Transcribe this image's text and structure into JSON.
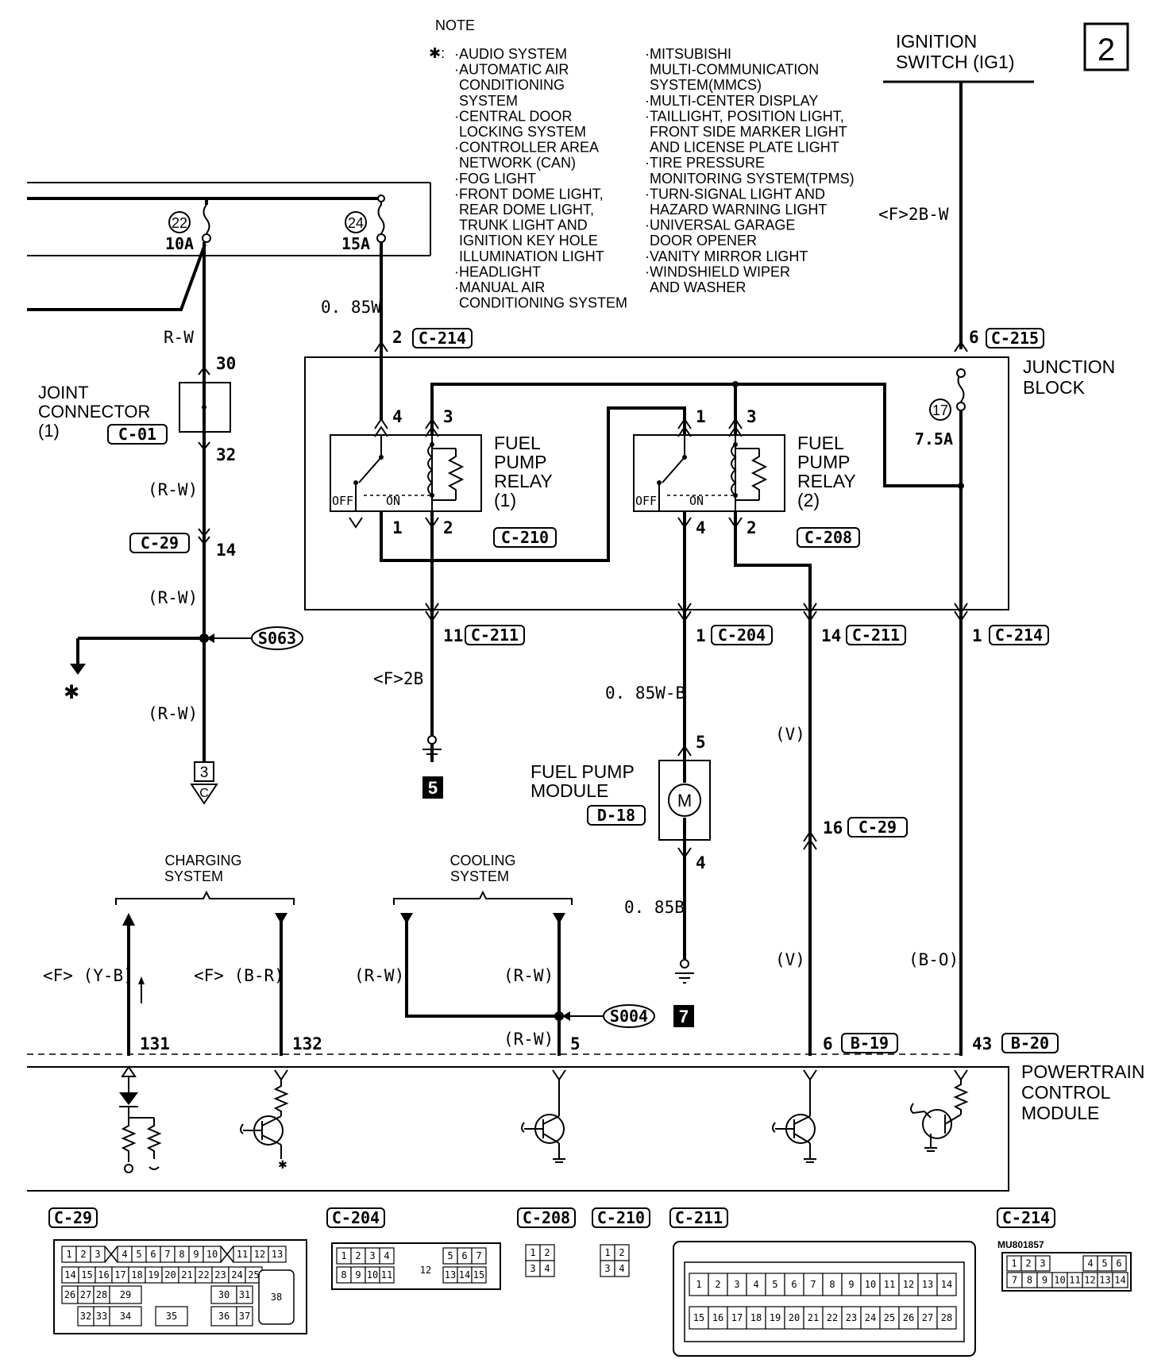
{
  "page_number": "2",
  "note": {
    "title": "NOTE",
    "marker": "✱:",
    "col1": [
      "·AUDIO SYSTEM",
      "·AUTOMATIC AIR",
      "CONDITIONING",
      "SYSTEM",
      "·CENTRAL DOOR",
      "LOCKING SYSTEM",
      "·CONTROLLER AREA",
      "NETWORK (CAN)",
      "·FOG LIGHT",
      "·FRONT DOME LIGHT,",
      "REAR DOME LIGHT,",
      "TRUNK LIGHT AND",
      "IGNITION KEY HOLE",
      "ILLUMINATION LIGHT",
      "·HEADLIGHT",
      "·MANUAL AIR",
      "CONDITIONING SYSTEM"
    ],
    "col2": [
      "·MITSUBISHI",
      "MULTI-COMMUNICATION",
      "SYSTEM(MMCS)",
      "·MULTI-CENTER DISPLAY",
      "·TAILLIGHT, POSITION LIGHT,",
      "FRONT SIDE MARKER LIGHT",
      "AND LICENSE PLATE LIGHT",
      "·TIRE PRESSURE",
      "MONITORING SYSTEM(TPMS)",
      "·TURN-SIGNAL LIGHT AND",
      "HAZARD WARNING LIGHT",
      "·UNIVERSAL GARAGE",
      "DOOR OPENER",
      "·VANITY MIRROR LIGHT",
      "·WINDSHIELD WIPER",
      "AND WASHER"
    ]
  },
  "ignition": {
    "line1": "IGNITION",
    "line2": "SWITCH (IG1)",
    "wire": "<F>2B-W",
    "pin": "6",
    "connector": "C-215"
  },
  "fuses": {
    "f22": {
      "num": "22",
      "rating": "10A"
    },
    "f24": {
      "num": "24",
      "rating": "15A"
    },
    "f17": {
      "num": "17",
      "rating": "7.5A"
    }
  },
  "wires": {
    "w085w": "0. 85W",
    "rw": "R-W",
    "rw_paren": "(R-W)",
    "f2b": "<F>2B",
    "w085wb": "0. 85W-B",
    "w085b": "0. 85B",
    "v": "(V)",
    "bo": "(B-O)",
    "fyb": "<F> (Y-B)",
    "fbr": "<F> (B-R)"
  },
  "joint_connector": {
    "line1": "JOINT",
    "line2": "CONNECTOR",
    "line3": "(1)",
    "code": "C-01",
    "pin_in": "30",
    "pin_out": "32"
  },
  "c29_top": {
    "code": "C-29",
    "pin": "14"
  },
  "splice1": "S063",
  "splice2": "S004",
  "star": "✱",
  "offpage": {
    "num": "3",
    "letter": "C"
  },
  "junction_block": {
    "line1": "JUNCTION",
    "line2": "BLOCK"
  },
  "relay1": {
    "line1": "FUEL",
    "line2": "PUMP",
    "line3": "RELAY",
    "line4": "(1)",
    "connector": "C-210",
    "p4": "4",
    "p3": "3",
    "p1": "1",
    "p2": "2"
  },
  "relay2": {
    "line1": "FUEL",
    "line2": "PUMP",
    "line3": "RELAY",
    "line4": "(2)",
    "connector": "C-208",
    "p1": "1",
    "p3": "3",
    "p4": "4",
    "p2": "2"
  },
  "relay_off": "OFF",
  "relay_on": "ON",
  "c214_top": {
    "pin": "2",
    "code": "C-214"
  },
  "jb_outputs": {
    "o1": {
      "pin": "11",
      "code": "C-211"
    },
    "o2": {
      "pin": "1",
      "code": "C-204"
    },
    "o3": {
      "pin": "14",
      "code": "C-211"
    },
    "o4": {
      "pin": "1",
      "code": "C-214"
    }
  },
  "grounds": {
    "g5": "5",
    "g7": "7"
  },
  "fuel_pump_module": {
    "line1": "FUEL PUMP",
    "line2": "MODULE",
    "code": "D-18",
    "pin_top": "5",
    "pin_bottom": "4",
    "motor": "M"
  },
  "c29_mid": {
    "pin": "16",
    "code": "C-29"
  },
  "charging": {
    "line1": "CHARGING",
    "line2": "SYSTEM",
    "pin1": "131",
    "pin2": "132"
  },
  "cooling": {
    "line1": "COOLING",
    "line2": "SYSTEM",
    "pin": "5"
  },
  "pcm_pins": {
    "b19_pin": "6",
    "b19": "B-19",
    "b20_pin": "43",
    "b20": "B-20"
  },
  "pcm": {
    "line1": "POWERTRAIN",
    "line2": "CONTROL",
    "line3": "MODULE"
  },
  "connector_views": {
    "c29": {
      "title": "C-29",
      "row1": [
        "1",
        "2",
        "3",
        "",
        "4",
        "5",
        "6",
        "7",
        "8",
        "9",
        "10",
        "",
        "11",
        "12",
        "13"
      ],
      "row2": [
        "14",
        "15",
        "16",
        "17",
        "18",
        "19",
        "20",
        "21",
        "22",
        "23",
        "24",
        "25"
      ],
      "row3": [
        "26",
        "27",
        "28",
        "29",
        "30",
        "31"
      ],
      "row4": [
        "32",
        "33",
        "34",
        "35",
        "36",
        "37"
      ],
      "big": "38"
    },
    "c204": {
      "title": "C-204",
      "row1": [
        "1",
        "2",
        "3",
        "4",
        "5",
        "6",
        "7"
      ],
      "row2": [
        "8",
        "9",
        "10",
        "11",
        "13",
        "14",
        "15"
      ],
      "center": "12"
    },
    "c208": {
      "title": "C-208",
      "cells": [
        "1",
        "2",
        "3",
        "4"
      ]
    },
    "c210": {
      "title": "C-210",
      "cells": [
        "1",
        "2",
        "3",
        "4"
      ]
    },
    "c211": {
      "title": "C-211",
      "row1": [
        "1",
        "2",
        "3",
        "4",
        "5",
        "6",
        "7",
        "8",
        "9",
        "10",
        "11",
        "12",
        "13",
        "14"
      ],
      "row2": [
        "15",
        "16",
        "17",
        "18",
        "19",
        "20",
        "21",
        "22",
        "23",
        "24",
        "25",
        "26",
        "27",
        "28"
      ]
    },
    "c214": {
      "title": "C-214",
      "row1": [
        "1",
        "2",
        "3",
        "4",
        "5",
        "6"
      ],
      "row2": [
        "7",
        "8",
        "9",
        "10",
        "11",
        "12",
        "13",
        "14"
      ]
    }
  },
  "figure_id": "MU801857"
}
